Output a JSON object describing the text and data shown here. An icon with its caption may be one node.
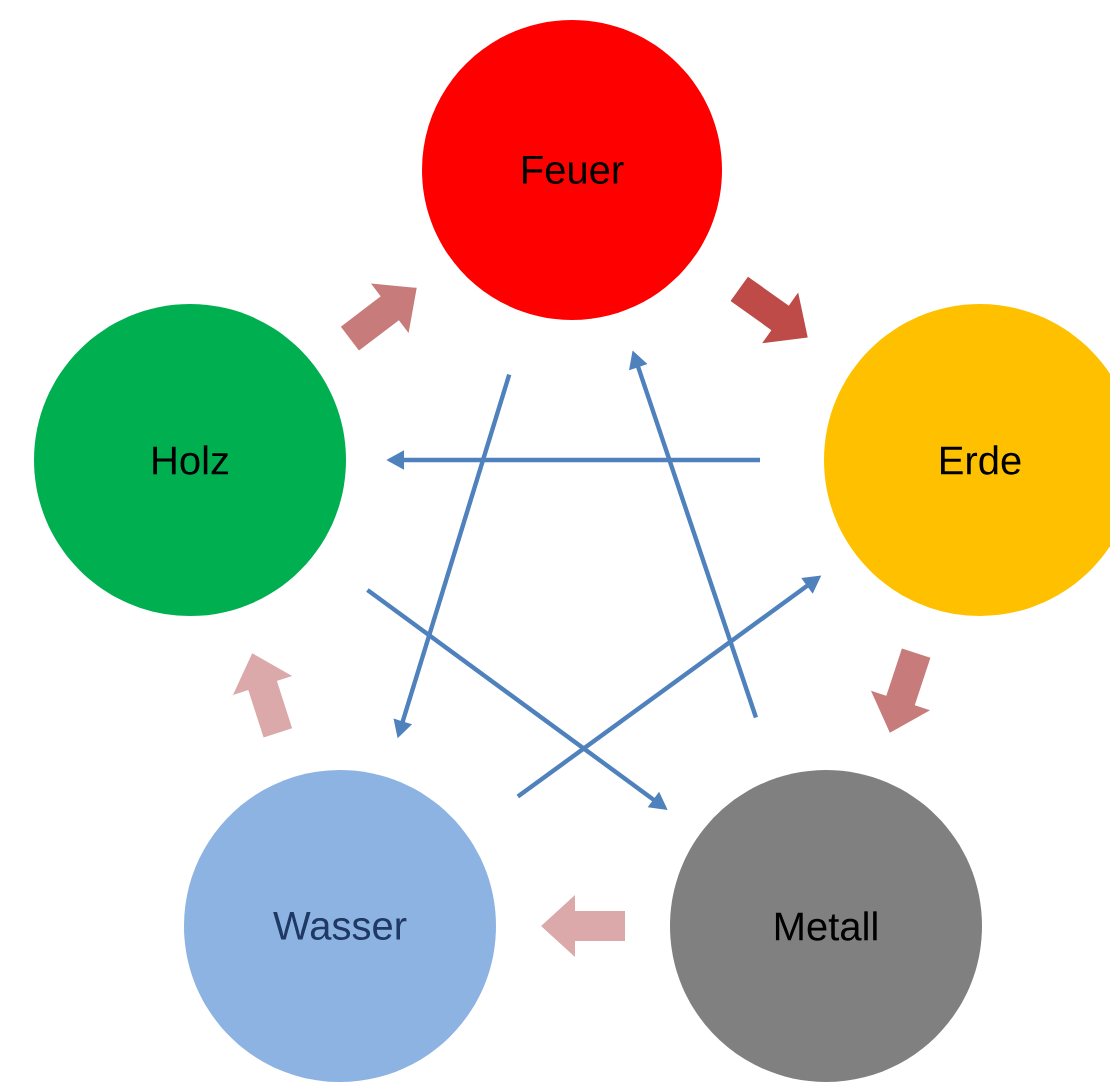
{
  "diagram": {
    "nodes": [
      {
        "text": [
          "Feuer"
        ]
      },
      {
        "text": [
          "Holz"
        ]
      },
      {
        "text": [
          "Erde"
        ]
      },
      {
        "text": [
          "Wasser"
        ]
      },
      {
        "text": [
          "Metall"
        ]
      }
    ],
    "edges": [
      {
        "from": 0,
        "to": 2,
        "arrow": "to",
        "style": "thick",
        "color": "#be4b48"
      },
      {
        "from": 2,
        "to": 4,
        "arrow": "to",
        "style": "thick",
        "color": "#c77b7a"
      },
      {
        "from": 4,
        "to": 3,
        "arrow": "to",
        "style": "thick",
        "color": "#dba9a9"
      },
      {
        "from": 3,
        "to": 1,
        "arrow": "to",
        "style": "thick",
        "color": "#dba9a9"
      },
      {
        "from": 1,
        "to": 0,
        "arrow": "to",
        "style": "thick",
        "color": "#c77b7a"
      },
      {
        "from": 2,
        "to": 1,
        "arrow": "to"
      },
      {
        "from": 1,
        "to": 4,
        "arrow": "to"
      },
      {
        "from": 4,
        "to": 0,
        "arrow": "to"
      },
      {
        "from": 0,
        "to": 3,
        "arrow": "to"
      },
      {
        "from": 3,
        "to": 2,
        "arrow": "to"
      }
    ]
  }
}
